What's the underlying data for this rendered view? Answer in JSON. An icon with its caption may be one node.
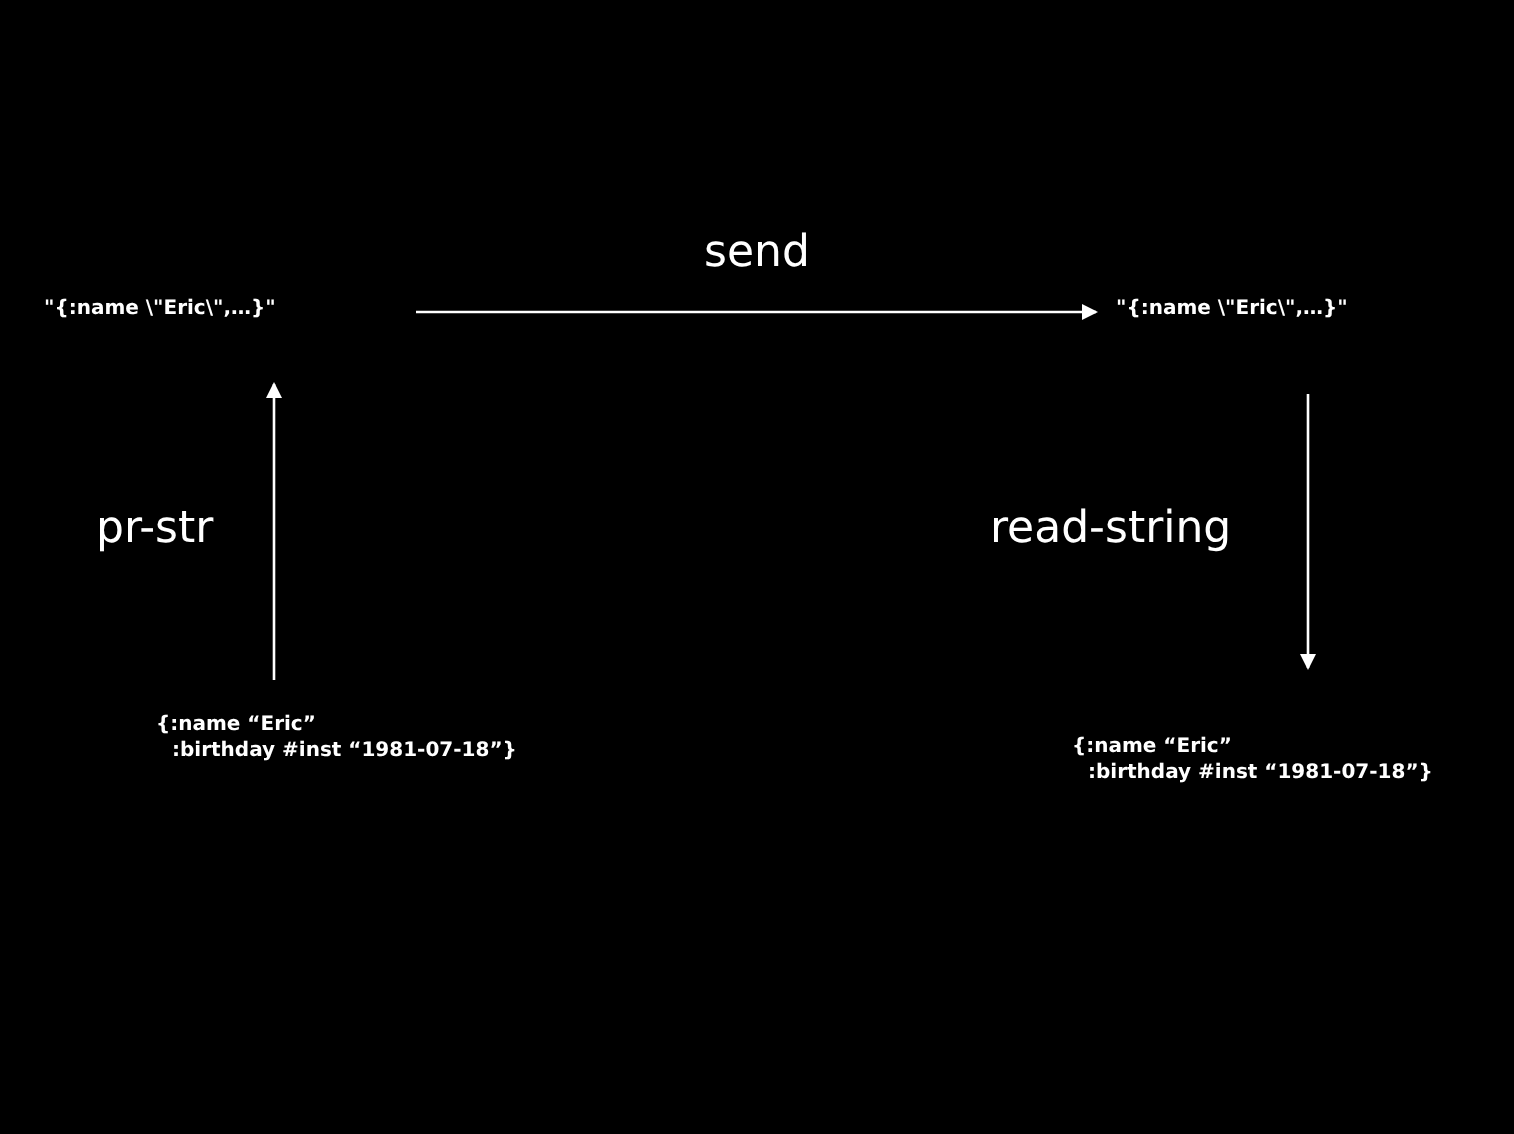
{
  "diagram": {
    "nodes": [
      {
        "text": [
          "\"{:name \\\"Eric\\\",…}\""
        ]
      },
      {
        "text": [
          "\"{:name \\\"Eric\\\",…}\""
        ]
      },
      {
        "text": [
          "{:name “Eric”",
          ":birthday #inst “1981-07-18”}"
        ]
      },
      {
        "text": [
          "{:name “Eric”",
          ":birthday #inst “1981-07-18”}"
        ]
      }
    ],
    "edges": [
      {
        "from": 2,
        "to": 0,
        "arrow": "to",
        "label": "pr-str"
      },
      {
        "from": 0,
        "to": 1,
        "arrow": "to",
        "label": "send"
      },
      {
        "from": 1,
        "to": 3,
        "arrow": "to",
        "label": "read-string"
      }
    ]
  }
}
